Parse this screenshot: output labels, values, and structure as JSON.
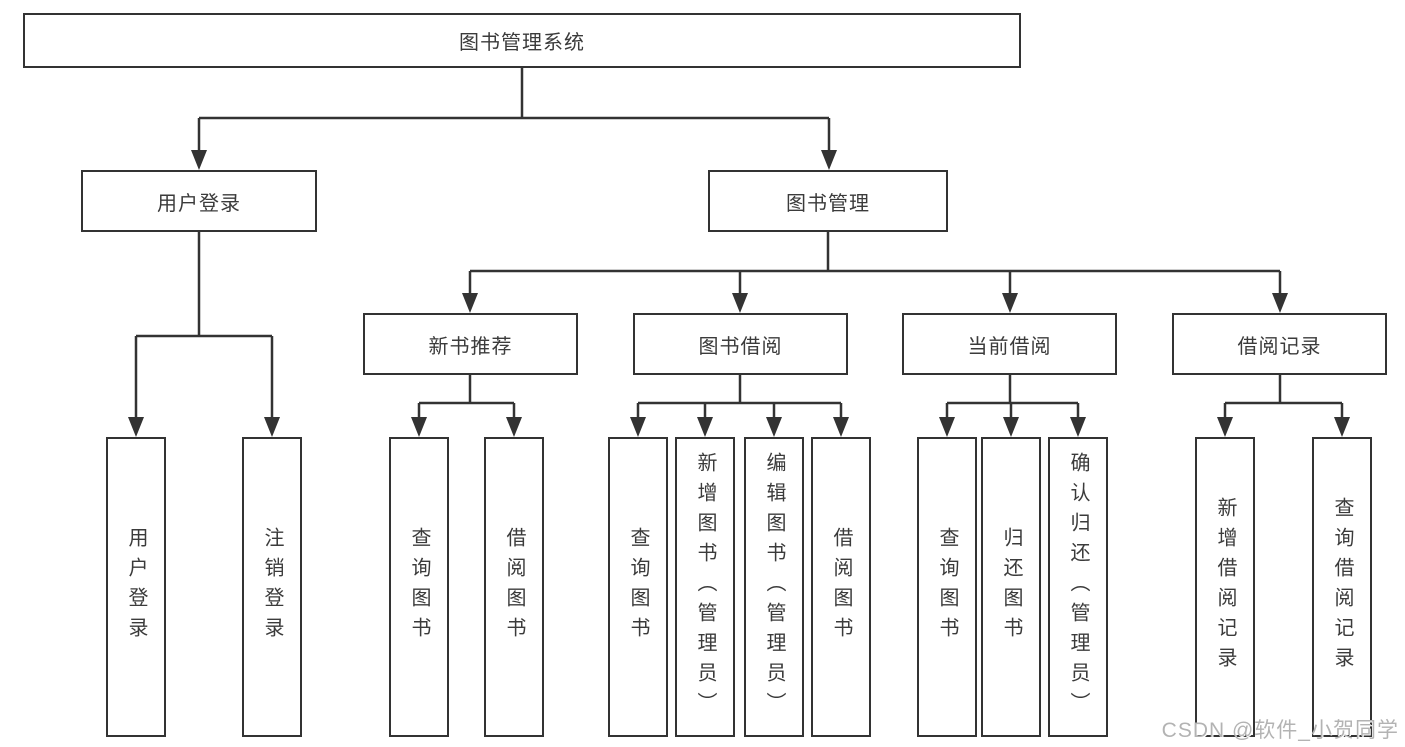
{
  "diagram": {
    "title": "图书管理系统",
    "root": {
      "label": "图书管理系统"
    },
    "level2": [
      {
        "label": "用户登录"
      },
      {
        "label": "图书管理"
      }
    ],
    "level3": [
      {
        "label": "新书推荐",
        "parent": "图书管理"
      },
      {
        "label": "图书借阅",
        "parent": "图书管理"
      },
      {
        "label": "当前借阅",
        "parent": "图书管理"
      },
      {
        "label": "借阅记录",
        "parent": "图书管理"
      }
    ],
    "leaves": [
      {
        "label": "用户登录",
        "parent": "用户登录"
      },
      {
        "label": "注销登录",
        "parent": "用户登录"
      },
      {
        "label": "查询图书",
        "parent": "新书推荐"
      },
      {
        "label": "借阅图书",
        "parent": "新书推荐"
      },
      {
        "label": "查询图书",
        "parent": "图书借阅"
      },
      {
        "label": "新增图书（管理员）",
        "parent": "图书借阅"
      },
      {
        "label": "编辑图书（管理员）",
        "parent": "图书借阅"
      },
      {
        "label": "借阅图书",
        "parent": "图书借阅"
      },
      {
        "label": "查询图书",
        "parent": "当前借阅"
      },
      {
        "label": "归还图书",
        "parent": "当前借阅"
      },
      {
        "label": "确认归还（管理员）",
        "parent": "当前借阅"
      },
      {
        "label": "新增借阅记录",
        "parent": "借阅记录"
      },
      {
        "label": "查询借阅记录",
        "parent": "借阅记录"
      }
    ]
  },
  "watermark": {
    "text": "CSDN @软件_小贺同学"
  },
  "colors": {
    "line": "#333333",
    "box_border": "#333333",
    "text": "#3b3b3b",
    "watermark": "#b3b3b3",
    "background": "#ffffff"
  }
}
